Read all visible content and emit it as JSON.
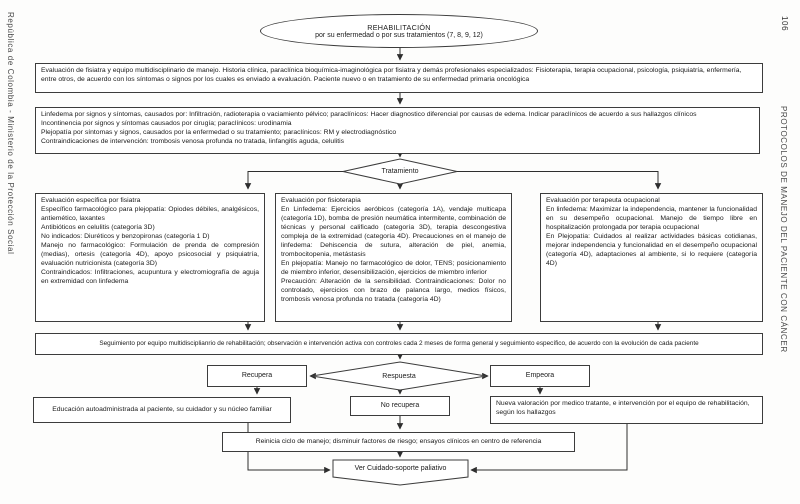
{
  "page": {
    "left_margin_text": "República de Colombia - Ministerio de la Protección Social",
    "right_margin_text": "PROTOCOLOS DE MANEJO DEL PACIENTE CON CÁNCER",
    "page_number": "106"
  },
  "colors": {
    "ink": "#1a1a1a",
    "line": "#2e2e2e",
    "border": "#3c3c3c",
    "paper": "#fdfdfc"
  },
  "flow": {
    "start": {
      "line1": "REHABILITACIÓN",
      "line2": "por su enfermedad o por sus tratamientos (7, 8, 9, 12)"
    },
    "evaluacion": "Evaluación de fisiatra y equipo multidisciplinario de manejo. Historia clínica, paraclínica bioquímica-imaginológica por fisiatra y demás profesionales especializados: Fisioterapia, terapia ocupacional, psicología, psiquiatría, enfermería, entre otros, de acuerdo con los síntomas o signos por los cuales es enviado a evaluación. Paciente nuevo o en tratamiento de su enfermedad primaria oncológica",
    "sintomas": {
      "lines": [
        "Linfedema por signos y síntomas, causados por: Infiltración, radioterapia o vaciamiento pélvico; paraclínicos: Hacer diagnostico diferencial por causas de edema. Indicar paraclínicos de acuerdo a sus hallazgos clínicos",
        "Incontinencia por signos y síntomas causados por cirugía; paraclínicos: urodinamia",
        "Plejopatía por síntomas y signos, causados por la enfermedad o su tratamiento; paraclínicos: RM y electrodiagnóstico",
        "Contraindicaciones de intervención: trombosis venosa profunda no tratada, linfangitis aguda, celulitis"
      ]
    },
    "tratamiento_label": "Tratamiento",
    "fisiatra": {
      "lines": [
        "Evaluación específica por fisiatra",
        "Específico farmacológico para plejopatía: Opiodes débiles, analgésicos, antiemético, laxantes",
        "Antibióticos en celulitis (categoría 3D)",
        "No indicados: Diuréticos y benzopironas (categoría 1 D)",
        "Manejo no farmacológico: Formulación de prenda de compresión (medias), ortesis (categoría 4D), apoyo psicosocial y psiquiatría, evaluación nutricionista (categoría 3D)",
        "Contraindicados: Infiltraciones, acupuntura y electromiografía de aguja en extremidad con linfedema"
      ]
    },
    "fisioterapia": {
      "lines": [
        "Evaluación por fisioterapia",
        "En Linfedema: Ejercicios aeróbicos (categoría 1A), vendaje multicapa (categoría 1D), bomba de presión neumática intermitente, combinación de técnicas y personal calificado (categoría 3D), terapia descongestiva compleja de la extremidad (categoría 4D). Precauciones en el manejo de linfedema: Dehiscencia de sutura, alteración de piel, anemia, trombocitopenia, metástasis",
        "En plejopatía: Manejo no farmacológico de dolor, TENS; posicionamiento de miembro inferior, desensibilización, ejercicios de miembro inferior",
        "Precaución: Alteración de la sensibilidad. Contraindicaciones: Dolor no controlado, ejercicios con brazo de palanca largo, medios físicos, trombosis venosa profunda no tratada (categoría 4D)"
      ]
    },
    "ocupacional": {
      "lines": [
        "Evaluación por terapeuta ocupacional",
        "En linfedema: Maximizar la independencia, mantener la funcionalidad en su desempeño ocupacional. Manejo de tiempo libre en hospitalización prolongada por terapia ocupacional",
        "En Plejopatía: Cuidados al realizar actividades básicas cotidianas, mejorar independencia y funcionalidad en el desempeño ocupacional (categoría 4D), adaptaciones al ambiente, si lo requiere (categoría 4D)"
      ]
    },
    "seguimiento": "Seguimiento por equipo multidisciplianrio de rehabilitación; observación e intervención activa con controles cada 2 meses de forma general y seguimiento específico, de acuerdo con la evolución de cada paciente",
    "respuesta_label": "Respuesta",
    "recupera_label": "Recupera",
    "empeora_label": "Empeora",
    "educacion": "Educación autoadministrada al paciente, su cuidador y su núcleo familiar",
    "no_recupera_label": "No recupera",
    "nueva_valoracion": "Nueva valoración por medico tratante, e intervención por el equipo de rehabilitación, según los hallazgos",
    "reinicia": "Reinicia ciclo de manejo; disminuir factores de riesgo; ensayos clínicos en centro de referencia",
    "paliativo": "Ver Cuidado-soporte paliativo"
  }
}
